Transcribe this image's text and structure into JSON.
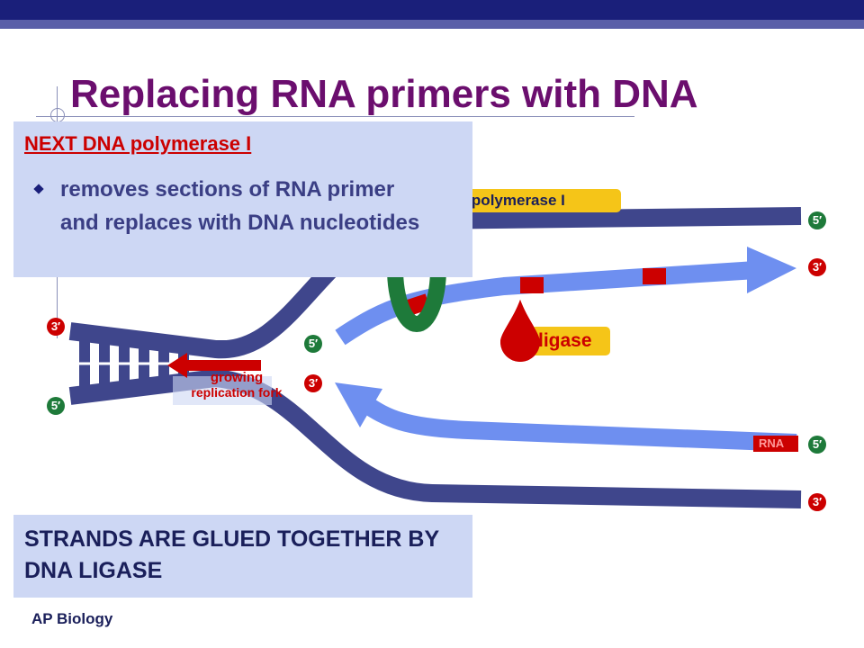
{
  "slide": {
    "title": "Replacing RNA primers with DNA",
    "footer": "AP Biology"
  },
  "info_box": {
    "heading": "NEXT DNA polymerase I",
    "bullet": "removes sections of RNA primer and replaces with DNA nucleotides"
  },
  "bottom_box": {
    "text": "STRANDS ARE GLUED TOGETHER BY DNA LIGASE"
  },
  "diagram": {
    "dna_polymerase_label": "DNA polymerase I",
    "ligase_label": "ligase",
    "growing_label_line1": "growing",
    "growing_label_line2": "replication fork",
    "rna_label": "RNA",
    "end_labels": {
      "left_top": "3′",
      "left_bottom": "5′",
      "upper_right_top": "5′",
      "upper_right_lower": "3′",
      "lead_left": "5′",
      "lag_left": "3′",
      "lag_right": "5′",
      "bottom_right": "3′"
    }
  },
  "colors": {
    "parent_strand": "#3f468c",
    "new_strand": "#6e8ff0",
    "red": "#cc0000",
    "green": "#1e7a3a",
    "label_bg": "#f5c518",
    "title": "#6b0e6e"
  }
}
